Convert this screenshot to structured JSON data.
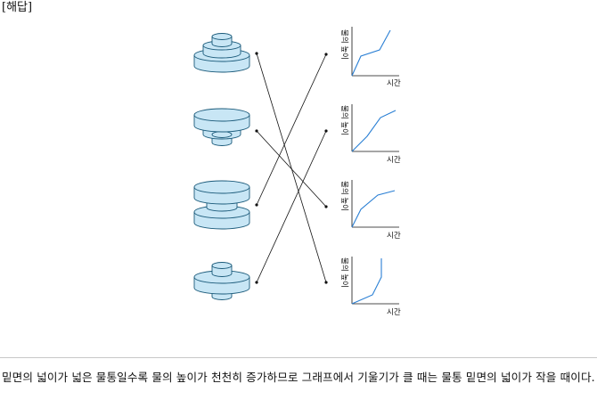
{
  "title": "[해답]",
  "graphs": {
    "x_label": "시간",
    "y_label": "물의 높이"
  },
  "explanation": "밑면의 넓이가 넓은 물통일수록 물의 높이가 천천히 증가하므로 그래프에서 기울기가 클 때는 물통 밑면의 넓이가 작을 때이다.",
  "colors": {
    "container_fill": "#c8e6f5",
    "container_stroke": "#1a5a7a",
    "graph_line": "#2a7fd4",
    "line": "#111111",
    "rule": "#c8c8c8"
  }
}
